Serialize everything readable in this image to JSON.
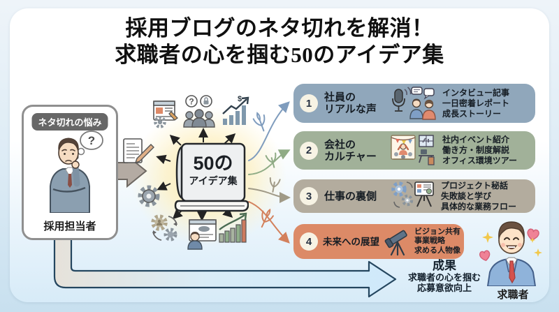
{
  "title": {
    "line1": "採用ブログのネタ切れを解消！",
    "line2": "求職者の心を掴む50のアイデア集"
  },
  "left_panel": {
    "badge": "ネタ切れの悩み",
    "label": "採用担当者",
    "thought_symbol": "?"
  },
  "book": {
    "line1": "50の",
    "line2": "アイデア集"
  },
  "symbols": {
    "dollar_sign": "$"
  },
  "center_icon_names": [
    "blog-edit-icon",
    "people-question-icon",
    "growth-dollar-icon",
    "document-pencil-icon",
    "gear-icon",
    "process-people-icon",
    "browser-person-icon",
    "bar-growth-icon"
  ],
  "categories": [
    {
      "number": "1",
      "title_line1": "社員の",
      "title_line2": "リアルな声",
      "icon": "microphone-interview-icon",
      "items": [
        "インタビュー記事",
        "一日密着レポート",
        "成長ストーリー"
      ],
      "color": "#90a7bb",
      "arrow_color": "#7f9cbd"
    },
    {
      "number": "2",
      "title_line1": "会社の",
      "title_line2": "カルチャー",
      "icon": "office-event-icon",
      "items": [
        "社内イベント紹介",
        "働き方・制度解説",
        "オフィス環境ツアー"
      ],
      "color": "#a1b199",
      "arrow_color": "#8fab85"
    },
    {
      "number": "3",
      "title_line1": "仕事の裏側",
      "title_line2": "",
      "icon": "gears-presentation-icon",
      "items": [
        "プロジェクト秘話",
        "失敗談と学び",
        "具体的な業務フロー"
      ],
      "color": "#b3ac9e",
      "arrow_color": "#a09a87"
    },
    {
      "number": "4",
      "title_line1": "未来への展望",
      "title_line2": "",
      "icon": "telescope-icon",
      "items": [
        "ビジョン共有",
        "事業戦略",
        "求める人物像"
      ],
      "color": "#dc8a67",
      "arrow_color": "#d3805c"
    }
  ],
  "outcome": {
    "heading": "成果",
    "line1": "求職者の心を掴む",
    "line2": "応募意欲向上",
    "person_label": "求職者"
  },
  "palette": {
    "pipe_fill": "#d7ebf8",
    "pipe_stroke": "#24465f",
    "glow": "#fbe7a0",
    "gray_arrow": "#b4aba3",
    "number_circle": "#f7f3e4"
  }
}
